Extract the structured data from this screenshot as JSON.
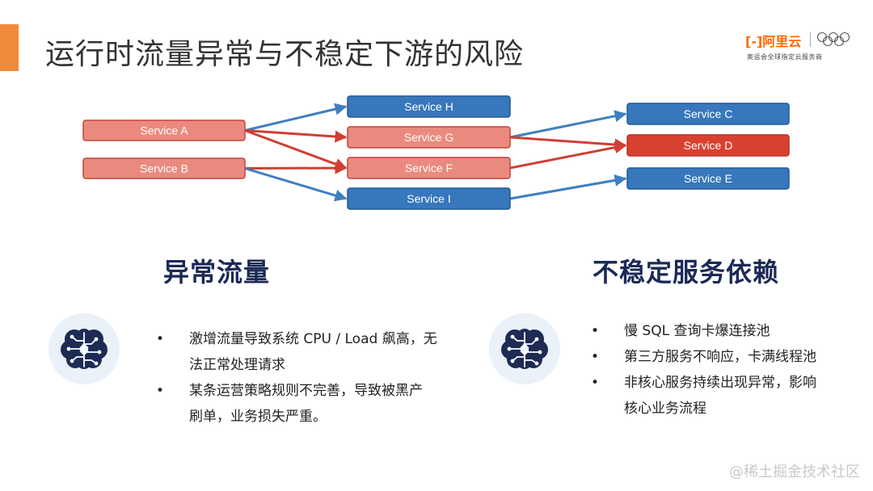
{
  "slide": {
    "title": "运行时流量异常与不稳定下游的风险",
    "brand_logo": "[-]阿里云",
    "brand_tagline": "奥运会全球指定云服务商",
    "watermark": "@稀土掘金技术社区"
  },
  "colors": {
    "accent_orange": "#f08a3a",
    "node_red_light": "#ea8a7e",
    "node_red_border": "#c7433a",
    "node_red_dark": "#d9412f",
    "node_blue": "#3777bb",
    "node_blue_border": "#245a94",
    "arrow_red": "#cf3f33",
    "arrow_blue": "#3f7fc0",
    "heading_navy": "#1b2a55"
  },
  "diagram": {
    "nodes": {
      "A": {
        "label": "Service A",
        "style": "red-light"
      },
      "B": {
        "label": "Service B",
        "style": "red-light"
      },
      "H": {
        "label": "Service H",
        "style": "blue"
      },
      "G": {
        "label": "Service G",
        "style": "red-light"
      },
      "F": {
        "label": "Service F",
        "style": "red-light"
      },
      "I": {
        "label": "Service I",
        "style": "blue"
      },
      "C": {
        "label": "Service C",
        "style": "blue"
      },
      "D": {
        "label": "Service D",
        "style": "red-dark"
      },
      "E": {
        "label": "Service E",
        "style": "blue"
      }
    },
    "edges": [
      {
        "from": "A",
        "to": "H",
        "color": "blue"
      },
      {
        "from": "A",
        "to": "G",
        "color": "red"
      },
      {
        "from": "A",
        "to": "F",
        "color": "red"
      },
      {
        "from": "B",
        "to": "F",
        "color": "red"
      },
      {
        "from": "B",
        "to": "I",
        "color": "blue"
      },
      {
        "from": "G",
        "to": "C",
        "color": "blue"
      },
      {
        "from": "G",
        "to": "D",
        "color": "red"
      },
      {
        "from": "F",
        "to": "D",
        "color": "red"
      },
      {
        "from": "I",
        "to": "E",
        "color": "blue"
      }
    ]
  },
  "left_section": {
    "heading": "异常流量",
    "icon": "brain-circuit-icon",
    "bullets": [
      [
        "激增流量导致系统 CPU / Load 飙高，无",
        "法正常处理请求"
      ],
      [
        "某条运营策略规则不完善，导致被黑产",
        "刷单，业务损失严重。"
      ]
    ]
  },
  "right_section": {
    "heading": "不稳定服务依赖",
    "icon": "brain-circuit-icon",
    "bullets": [
      [
        "慢 SQL 查询卡爆连接池"
      ],
      [
        "第三方服务不响应，卡满线程池"
      ],
      [
        "非核心服务持续出现异常，影响",
        "核心业务流程"
      ]
    ]
  }
}
